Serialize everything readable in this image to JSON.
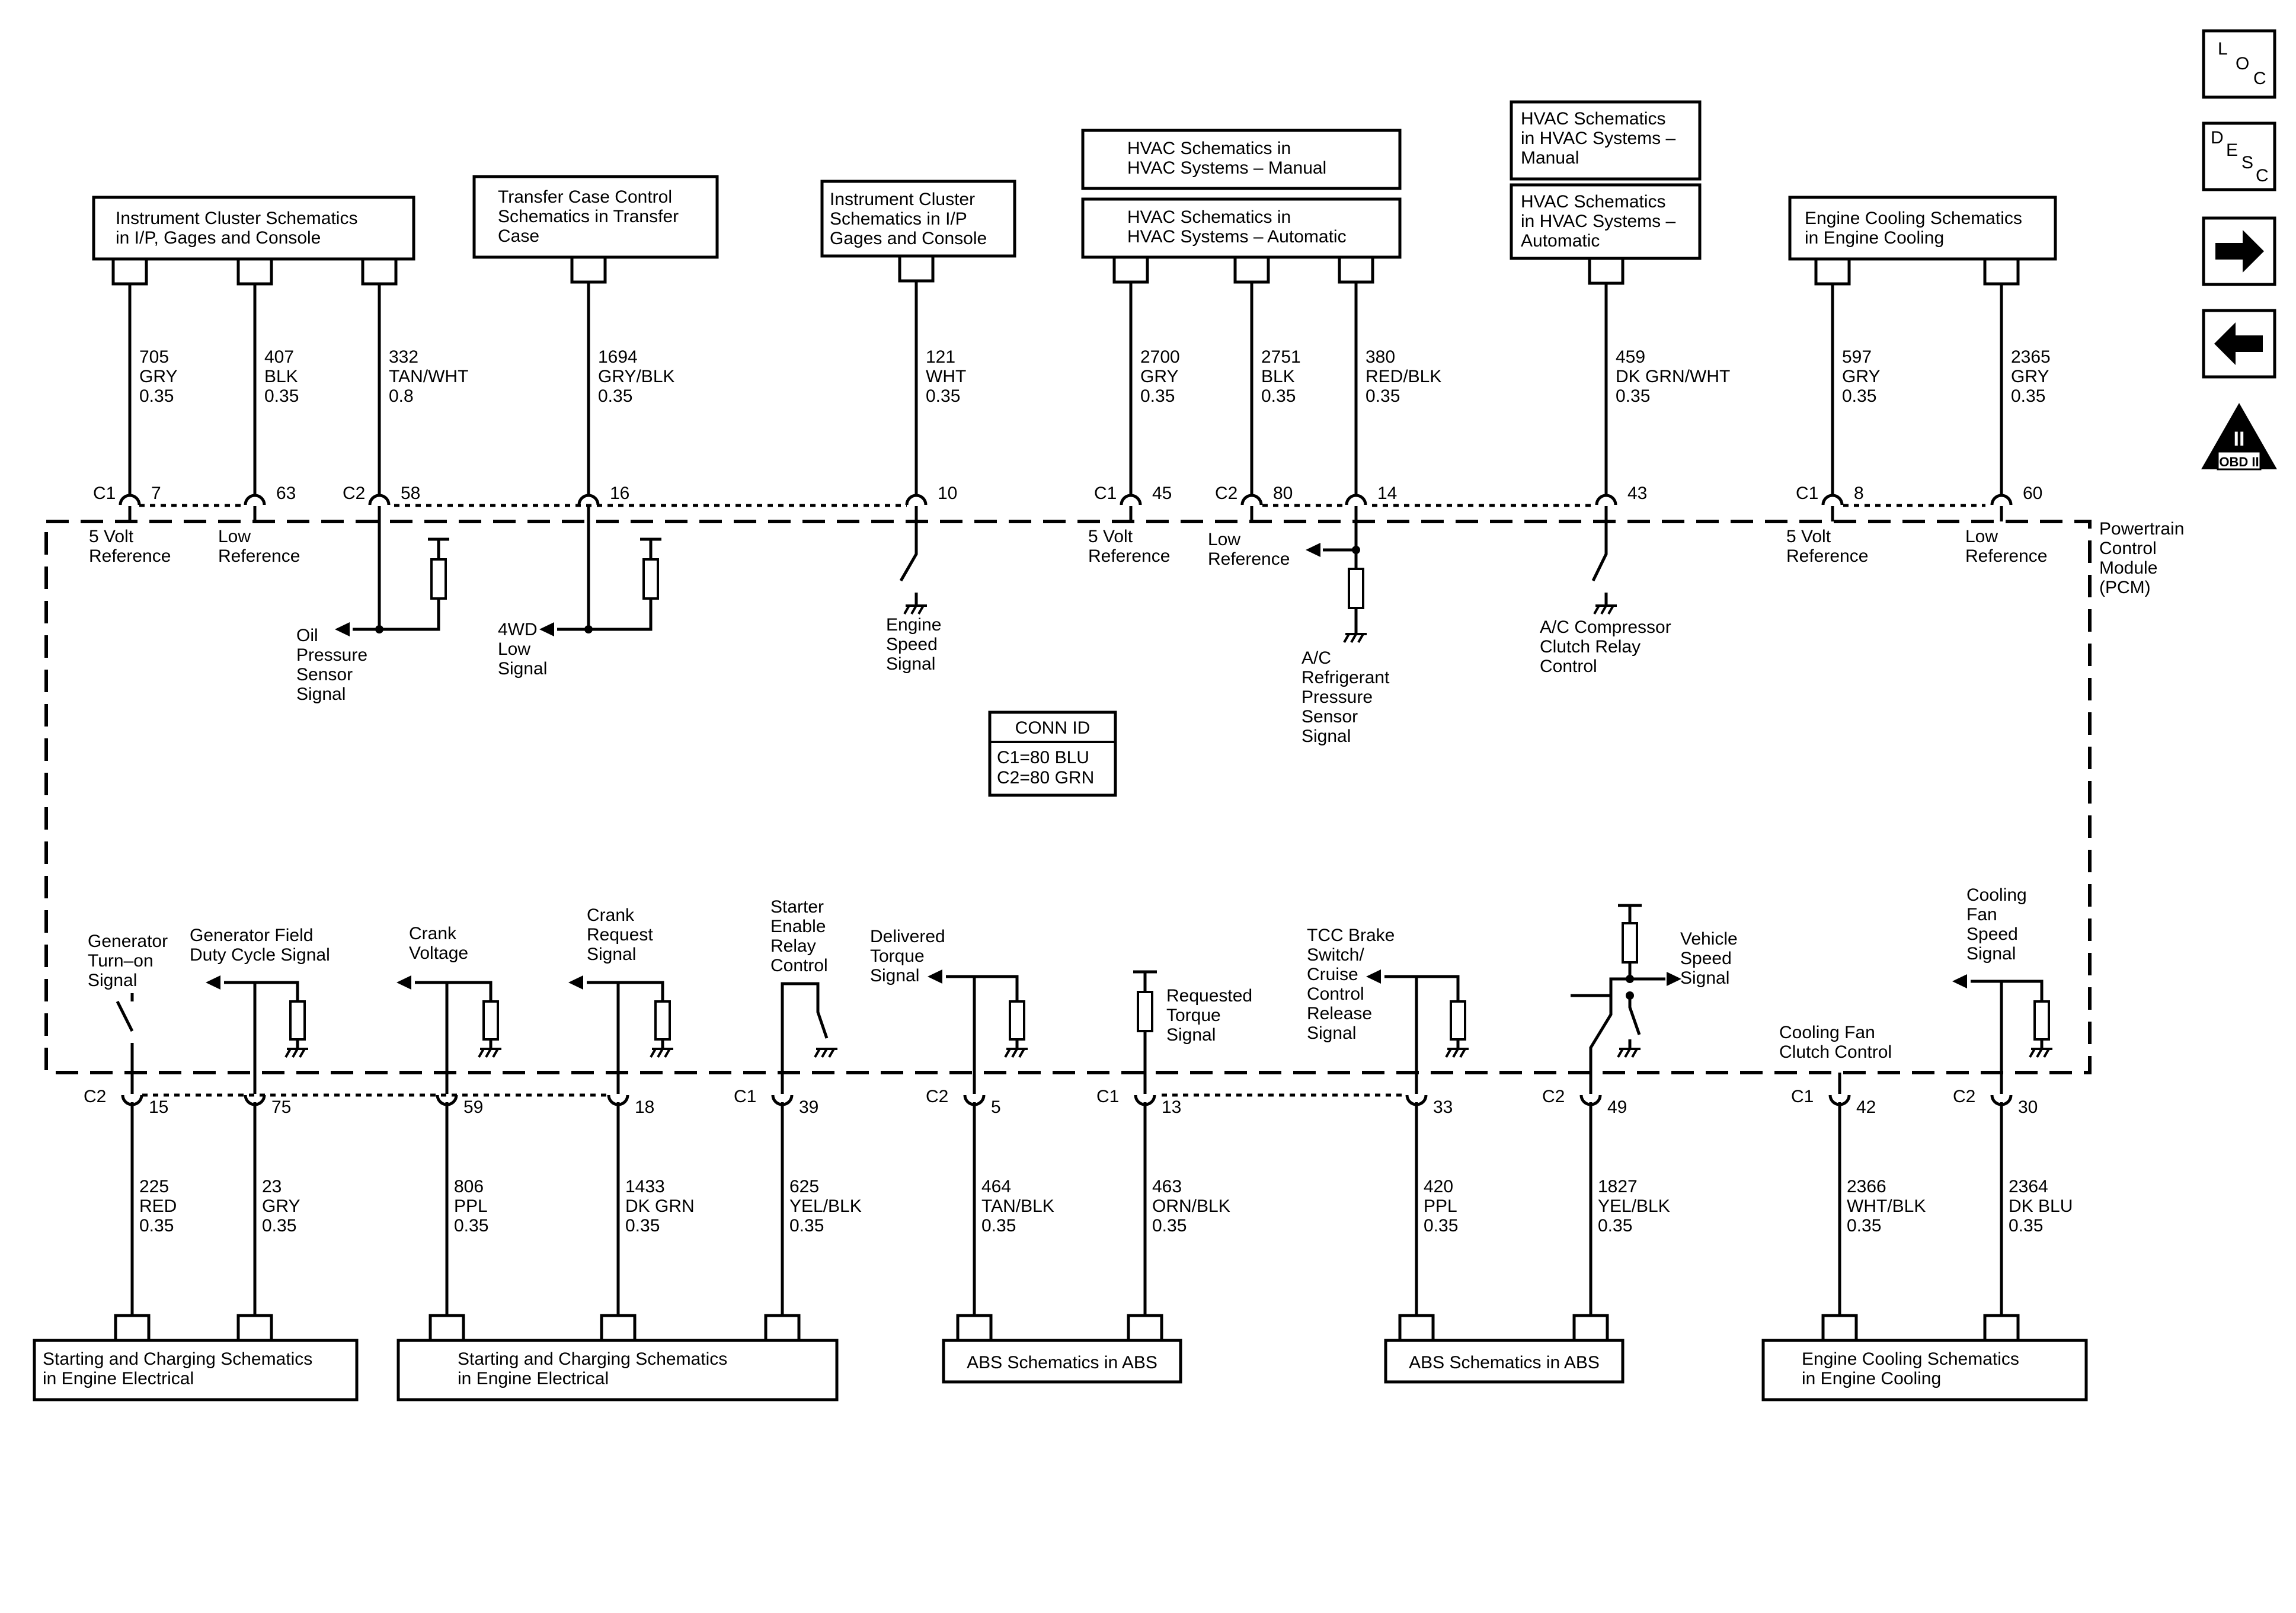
{
  "nav": {
    "loc": [
      "L",
      "O",
      "C"
    ],
    "desc": [
      "D",
      "E",
      "S",
      "C"
    ],
    "obd": [
      "II",
      "OBD II"
    ]
  },
  "module": {
    "lines": [
      "Powertrain",
      "Control",
      "Module",
      "(PCM)"
    ]
  },
  "conn_id": {
    "title": "CONN ID",
    "lines": [
      "C1=80 BLU",
      "C2=80 GRN"
    ]
  },
  "top_boxes": [
    {
      "lines": [
        "Instrument Cluster Schematics",
        "in I/P, Gages and Console"
      ]
    },
    {
      "lines": [
        "Transfer Case Control",
        "Schematics in Transfer",
        "Case"
      ]
    },
    {
      "lines": [
        "Instrument Cluster",
        "Schematics in I/P",
        "Gages and Console"
      ]
    },
    {
      "lines": [
        "HVAC Schematics in",
        "HVAC Systems – Manual"
      ]
    },
    {
      "lines": [
        "HVAC Schematics in",
        "HVAC Systems – Automatic"
      ]
    },
    {
      "lines": [
        "HVAC Schematics",
        "in HVAC Systems –",
        "Manual"
      ]
    },
    {
      "lines": [
        "HVAC Schematics",
        "in HVAC Systems –",
        "Automatic"
      ]
    },
    {
      "lines": [
        "Engine Cooling Schematics",
        "in Engine Cooling"
      ]
    }
  ],
  "bottom_boxes": [
    {
      "lines": [
        "Starting and Charging Schematics",
        "in Engine Electrical"
      ]
    },
    {
      "lines": [
        "Starting and Charging Schematics",
        "in Engine Electrical"
      ]
    },
    {
      "lines": [
        "ABS Schematics in ABS"
      ]
    },
    {
      "lines": [
        "ABS Schematics in ABS"
      ]
    },
    {
      "lines": [
        "Engine Cooling Schematics",
        "in Engine Cooling"
      ]
    }
  ],
  "top_wires": [
    {
      "circuit": "705",
      "color": "GRY",
      "size": "0.35",
      "conn": "C1",
      "pin": "7",
      "func": [
        "5 Volt",
        "Reference"
      ]
    },
    {
      "circuit": "407",
      "color": "BLK",
      "size": "0.35",
      "conn": "",
      "pin": "63",
      "func": [
        "Low",
        "Reference"
      ]
    },
    {
      "circuit": "332",
      "color": "TAN/WHT",
      "size": "0.8",
      "conn": "C2",
      "pin": "58",
      "func": [
        "Oil",
        "Pressure",
        "Sensor",
        "Signal"
      ]
    },
    {
      "circuit": "1694",
      "color": "GRY/BLK",
      "size": "0.35",
      "conn": "",
      "pin": "16",
      "func": [
        "4WD",
        "Low",
        "Signal"
      ]
    },
    {
      "circuit": "121",
      "color": "WHT",
      "size": "0.35",
      "conn": "",
      "pin": "10",
      "func": [
        "Engine",
        "Speed",
        "Signal"
      ]
    },
    {
      "circuit": "2700",
      "color": "GRY",
      "size": "0.35",
      "conn": "C1",
      "pin": "45",
      "func": [
        "5 Volt",
        "Reference"
      ]
    },
    {
      "circuit": "2751",
      "color": "BLK",
      "size": "0.35",
      "conn": "C2",
      "pin": "80",
      "func": [
        "Low",
        "Reference"
      ]
    },
    {
      "circuit": "380",
      "color": "RED/BLK",
      "size": "0.35",
      "conn": "",
      "pin": "14",
      "func": [
        "A/C",
        "Refrigerant",
        "Pressure",
        "Sensor",
        "Signal"
      ]
    },
    {
      "circuit": "459",
      "color": "DK GRN/WHT",
      "size": "0.35",
      "conn": "",
      "pin": "43",
      "func": [
        "A/C Compressor",
        "Clutch Relay",
        "Control"
      ]
    },
    {
      "circuit": "597",
      "color": "GRY",
      "size": "0.35",
      "conn": "C1",
      "pin": "8",
      "func": [
        "5 Volt",
        "Reference"
      ]
    },
    {
      "circuit": "2365",
      "color": "GRY",
      "size": "0.35",
      "conn": "",
      "pin": "60",
      "func": [
        "Low",
        "Reference"
      ]
    }
  ],
  "bottom_wires": [
    {
      "circuit": "225",
      "color": "RED",
      "size": "0.35",
      "conn": "C2",
      "pin": "15",
      "func": [
        "Generator",
        "Turn–on",
        "Signal"
      ]
    },
    {
      "circuit": "23",
      "color": "GRY",
      "size": "0.35",
      "conn": "",
      "pin": "75",
      "func": [
        "Generator Field",
        "Duty Cycle Signal"
      ]
    },
    {
      "circuit": "806",
      "color": "PPL",
      "size": "0.35",
      "conn": "",
      "pin": "59",
      "func": [
        "Crank",
        "Voltage"
      ]
    },
    {
      "circuit": "1433",
      "color": "DK GRN",
      "size": "0.35",
      "conn": "",
      "pin": "18",
      "func": [
        "Crank",
        "Request",
        "Signal"
      ]
    },
    {
      "circuit": "625",
      "color": "YEL/BLK",
      "size": "0.35",
      "conn": "C1",
      "pin": "39",
      "func": [
        "Starter",
        "Enable",
        "Relay",
        "Control"
      ]
    },
    {
      "circuit": "464",
      "color": "TAN/BLK",
      "size": "0.35",
      "conn": "C2",
      "pin": "5",
      "func": [
        "Delivered",
        "Torque",
        "Signal"
      ]
    },
    {
      "circuit": "463",
      "color": "ORN/BLK",
      "size": "0.35",
      "conn": "C1",
      "pin": "13",
      "func": [
        "Requested",
        "Torque",
        "Signal"
      ]
    },
    {
      "circuit": "420",
      "color": "PPL",
      "size": "0.35",
      "conn": "",
      "pin": "33",
      "func": [
        "TCC Brake",
        "Switch/",
        "Cruise",
        "Control",
        "Release",
        "Signal"
      ]
    },
    {
      "circuit": "1827",
      "color": "YEL/BLK",
      "size": "0.35",
      "conn": "C2",
      "pin": "49",
      "func": [
        "Vehicle",
        "Speed",
        "Signal"
      ]
    },
    {
      "circuit": "2366",
      "color": "WHT/BLK",
      "size": "0.35",
      "conn": "C1",
      "pin": "42",
      "func": [
        "Cooling Fan",
        "Clutch Control"
      ]
    },
    {
      "circuit": "2364",
      "color": "DK BLU",
      "size": "0.35",
      "conn": "C2",
      "pin": "30",
      "func": [
        "Cooling",
        "Fan",
        "Speed",
        "Signal"
      ]
    }
  ]
}
